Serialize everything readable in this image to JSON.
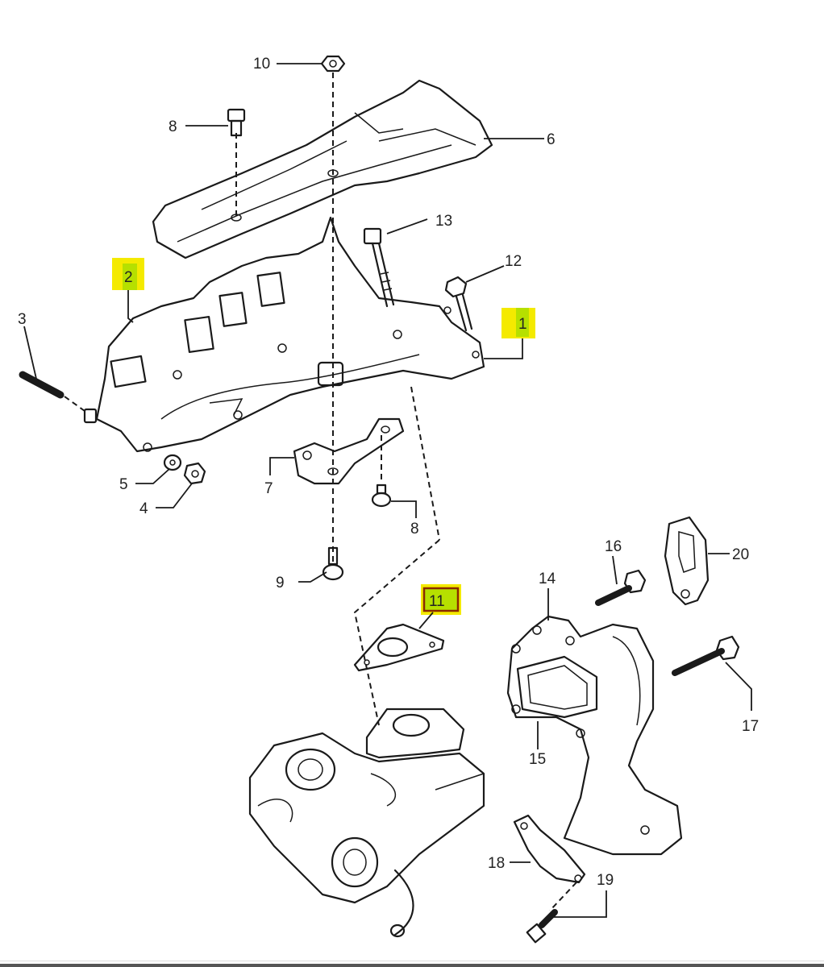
{
  "diagram": {
    "title": "Exhaust manifold and turbocharger exploded parts view",
    "highlight_color": "#f4ea00",
    "highlight_inner_color": "#b6e000",
    "highlighted_parts": [
      "1",
      "2",
      "11"
    ],
    "callouts": [
      {
        "id": "c1",
        "label": "1"
      },
      {
        "id": "c2",
        "label": "2"
      },
      {
        "id": "c3",
        "label": "3"
      },
      {
        "id": "c4",
        "label": "4"
      },
      {
        "id": "c5",
        "label": "5"
      },
      {
        "id": "c6",
        "label": "6"
      },
      {
        "id": "c7",
        "label": "7"
      },
      {
        "id": "c8a",
        "label": "8"
      },
      {
        "id": "c8b",
        "label": "8"
      },
      {
        "id": "c9",
        "label": "9"
      },
      {
        "id": "c10",
        "label": "10"
      },
      {
        "id": "c11",
        "label": "11"
      },
      {
        "id": "c12",
        "label": "12"
      },
      {
        "id": "c13",
        "label": "13"
      },
      {
        "id": "c14",
        "label": "14"
      },
      {
        "id": "c15",
        "label": "15"
      },
      {
        "id": "c16",
        "label": "16"
      },
      {
        "id": "c17",
        "label": "17"
      },
      {
        "id": "c18",
        "label": "18"
      },
      {
        "id": "c19",
        "label": "19"
      },
      {
        "id": "c20",
        "label": "20"
      }
    ],
    "parts": [
      {
        "name": "exhaust-manifold",
        "number": "1"
      },
      {
        "name": "manifold-gasket",
        "number": "2"
      },
      {
        "name": "stud",
        "number": "3"
      },
      {
        "name": "nut",
        "number": "4"
      },
      {
        "name": "washer",
        "number": "5"
      },
      {
        "name": "heat-shield",
        "number": "6"
      },
      {
        "name": "bracket",
        "number": "7"
      },
      {
        "name": "bolt",
        "number": "8"
      },
      {
        "name": "bolt",
        "number": "9"
      },
      {
        "name": "nut",
        "number": "10"
      },
      {
        "name": "turbo-gasket",
        "number": "11"
      },
      {
        "name": "bolt",
        "number": "12"
      },
      {
        "name": "bolt",
        "number": "13"
      },
      {
        "name": "outlet-elbow",
        "number": "14"
      },
      {
        "name": "elbow-gasket",
        "number": "15"
      },
      {
        "name": "bolt",
        "number": "16"
      },
      {
        "name": "bolt",
        "number": "17"
      },
      {
        "name": "support-bracket",
        "number": "18"
      },
      {
        "name": "bolt",
        "number": "19"
      },
      {
        "name": "flange-gasket",
        "number": "20"
      }
    ]
  }
}
